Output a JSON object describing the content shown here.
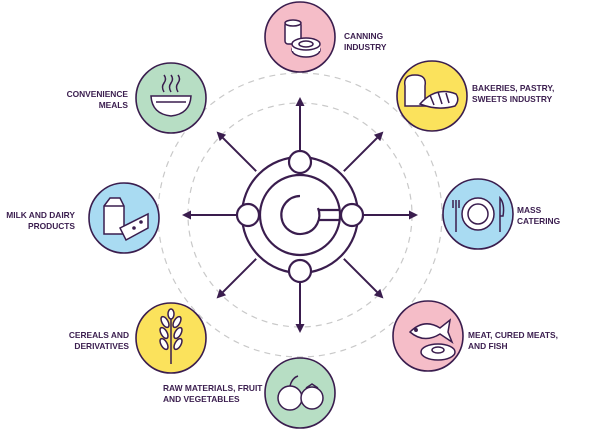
{
  "colors": {
    "line": "#3a1d4e",
    "dashed": "#c9c9c9",
    "pink": "#f5bdc8",
    "yellow": "#fbe25c",
    "blue": "#a9dbf2",
    "green": "#b7dec4"
  },
  "categories": [
    {
      "id": "canning",
      "label": "CANNING\nINDUSTRY",
      "icon": "canned-food-icon",
      "color": "pink"
    },
    {
      "id": "bakeries",
      "label": "BAKERIES, PASTRY,\nSWEETS INDUSTRY",
      "icon": "bread-icon",
      "color": "yellow"
    },
    {
      "id": "mass-catering",
      "label": "MASS\nCATERING",
      "icon": "plate-cutlery-icon",
      "color": "blue"
    },
    {
      "id": "meat-fish",
      "label": "MEAT, CURED MEATS,\nAND FISH",
      "icon": "fish-meat-icon",
      "color": "pink"
    },
    {
      "id": "raw-materials",
      "label": "RAW MATERIALS, FRUIT\nAND VEGETABLES",
      "icon": "fruit-icon",
      "color": "green"
    },
    {
      "id": "cereals",
      "label": "CEREALS AND\nDERIVATIVES",
      "icon": "wheat-icon",
      "color": "yellow"
    },
    {
      "id": "milk-dairy",
      "label": "MILK AND DAIRY\nPRODUCTS",
      "icon": "milk-cheese-icon",
      "color": "blue"
    },
    {
      "id": "convenience",
      "label": "CONVENIENCE\nMEALS",
      "icon": "soup-bowl-icon",
      "color": "green"
    }
  ]
}
